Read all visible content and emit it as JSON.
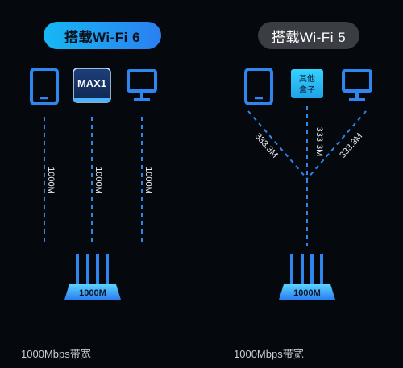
{
  "left": {
    "title": "搭载Wi-Fi 6",
    "device_badge": "MAX1",
    "link_labels": [
      "1000M",
      "1000M",
      "1000M"
    ],
    "router_label": "1000M",
    "footer": "1000Mbps带宽"
  },
  "right": {
    "title": "搭载Wi-Fi 5",
    "device_box_line1": "其他",
    "device_box_line2": "盒子",
    "link_labels": [
      "333.3M",
      "333.3M",
      "333.3M"
    ],
    "router_label": "1000M",
    "footer": "1000Mbps带宽"
  },
  "colors": {
    "accent_blue": "#2b7ff0",
    "accent_cyan": "#16b8f3",
    "icon_blue": "#2e86ee",
    "pill_gray": "#3a3d43"
  },
  "icons": [
    "tablet-icon",
    "max1-device-icon",
    "monitor-icon",
    "tablet-icon",
    "tv-box-icon",
    "monitor-icon",
    "router-icon"
  ]
}
